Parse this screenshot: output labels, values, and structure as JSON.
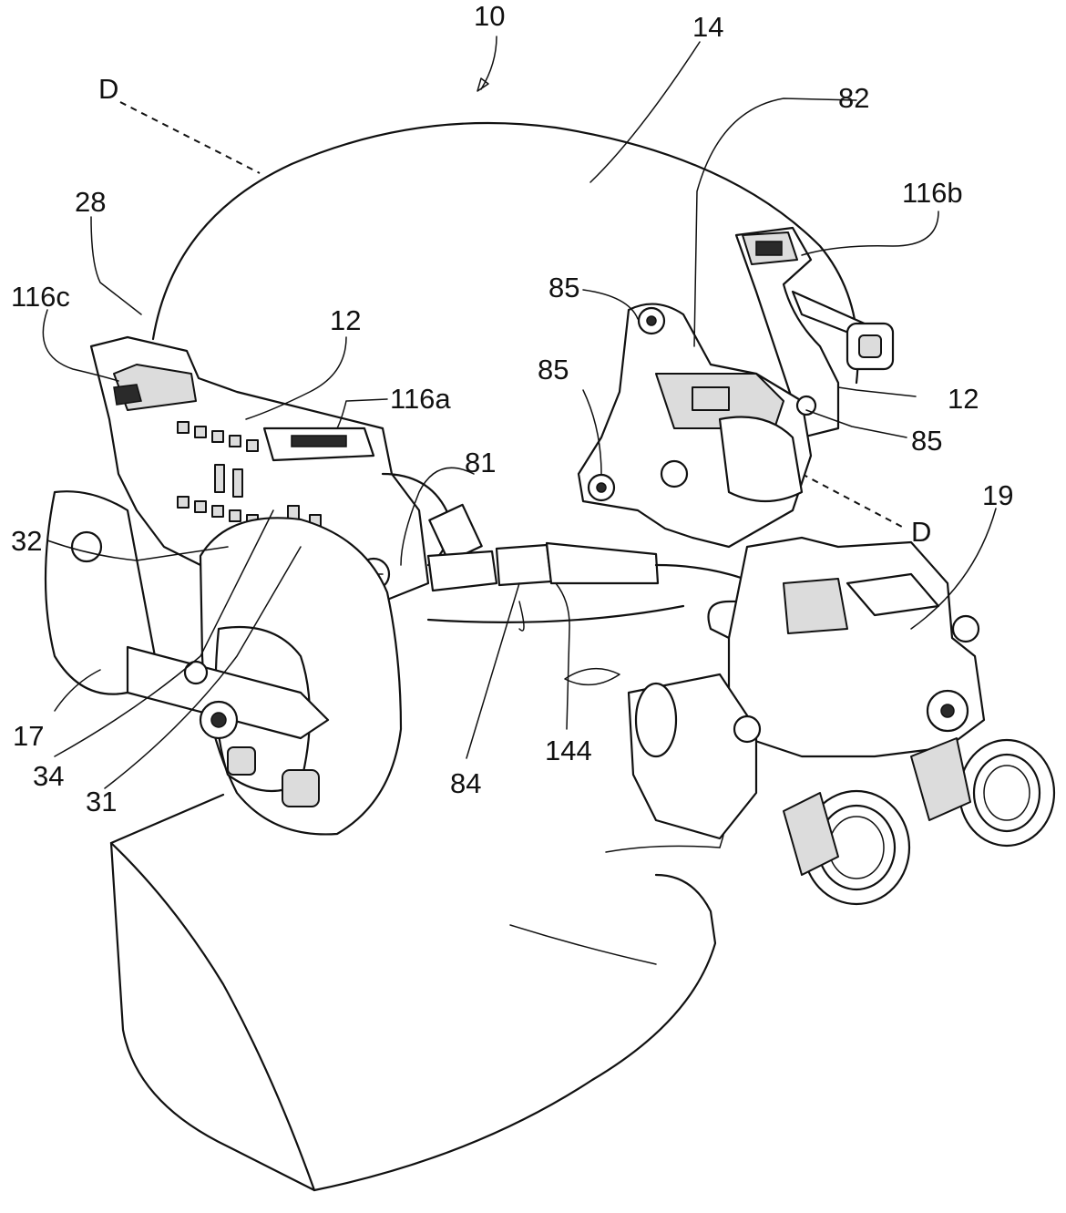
{
  "figure": {
    "labels": {
      "assembly": "10",
      "helmet": "14",
      "section_top": "D",
      "section_bottom": "D",
      "mount": "82",
      "rail_right": "116b",
      "item_28": "28",
      "rail_left": "116c",
      "shroud_85_top": "85",
      "shroud_85_left": "85",
      "shroud_85_right": "85",
      "rail_12_left": "12",
      "rail_12_right": "12",
      "rail_top": "116a",
      "knob_81": "81",
      "item_32": "32",
      "goggle_19": "19",
      "item_17": "17",
      "item_34": "34",
      "item_31": "31",
      "cable_84": "84",
      "cable_144": "144"
    }
  }
}
